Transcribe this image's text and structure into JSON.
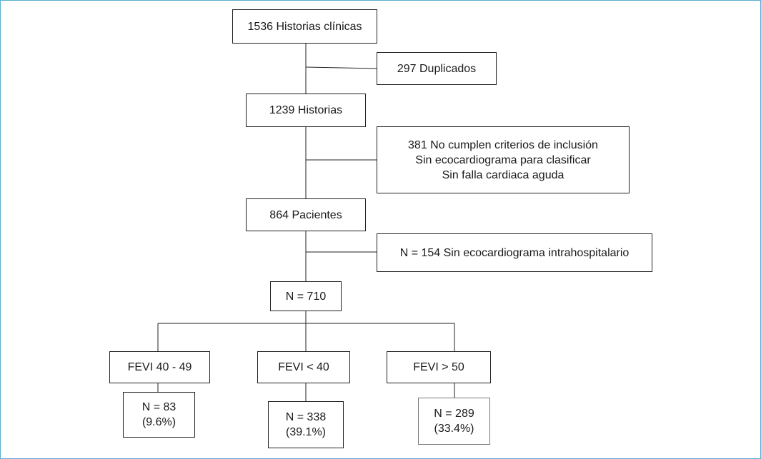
{
  "nodes": {
    "historias_clinicas": "1536 Historias clínicas",
    "duplicados": "297 Duplicados",
    "historias": "1239 Historias",
    "exclusion": {
      "line1": "381 No cumplen criterios de inclusión",
      "line2": "Sin ecocardiograma para clasificar",
      "line3": "Sin falla cardiaca aguda"
    },
    "pacientes": "864 Pacientes",
    "sin_eco": "N = 154 Sin ecocardiograma intrahospitalario",
    "n_total": "N = 710",
    "fevi_40_49": "FEVI 40 - 49",
    "fevi_lt_40": "FEVI < 40",
    "fevi_gt_50": "FEVI > 50",
    "n_83": {
      "count": "N = 83",
      "pct": "(9.6%)"
    },
    "n_338": {
      "count": "N = 338",
      "pct": "(39.1%)"
    },
    "n_289": {
      "count": "N = 289",
      "pct": "(33.4%)"
    }
  }
}
